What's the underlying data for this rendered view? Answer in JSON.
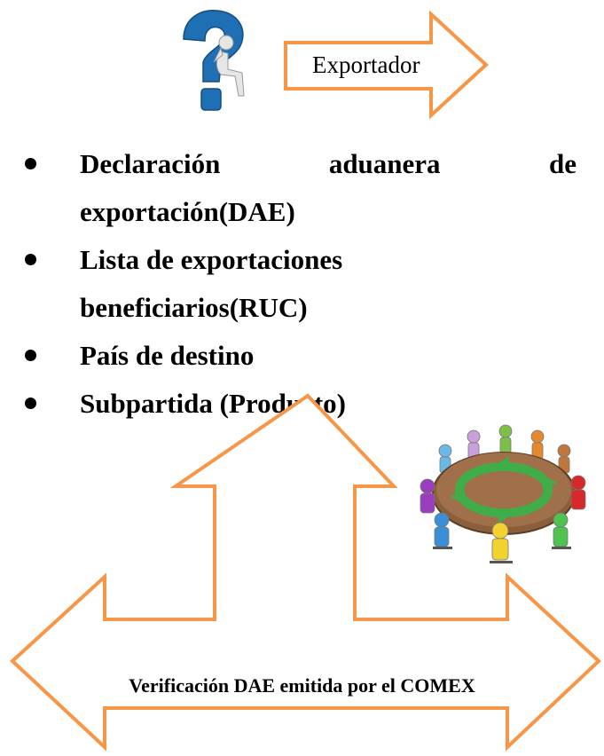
{
  "top_arrow": {
    "label": "Exportador"
  },
  "requirements": {
    "item1_words": [
      "Declaración",
      "aduanera",
      "de"
    ],
    "item1_continuation": "exportación(DAE)",
    "item2": "Lista de exportaciones beneficiarios(RUC)",
    "item3": "País de destino",
    "item4": "Subpartida (Producto)"
  },
  "bottom_arrow": {
    "label": "Verificación DAE emitida por el COMEX"
  },
  "colors": {
    "arrow_outline": "#F79646",
    "question_mark": "#1F6FB5",
    "figure": "#D9D9D9",
    "table": "#8B5E3C",
    "cycle": "#3FAE49"
  },
  "icons": [
    "question-mark-thinker-icon",
    "meeting-table-icon"
  ]
}
